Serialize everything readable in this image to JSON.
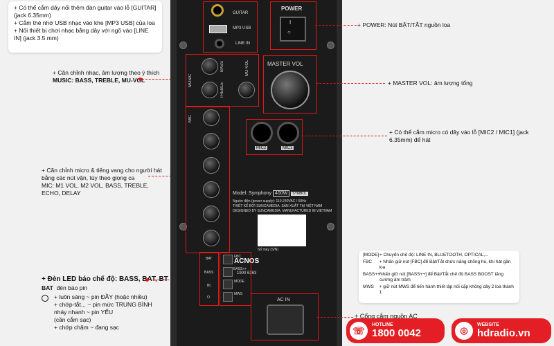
{
  "notes": {
    "top_left": [
      "+ Có thể cắm dây nối thêm đàn guitar vào lỗ [GUITAR] (jack 6.35mm)",
      "+ Cắm thẻ nhớ USB nhạc vào khe [MP3 USB] của loa",
      "+ Nối thiết bị chơi nhạc bằng dây với ngõ vào [LINE IN] (jack 3.5 mm)"
    ],
    "music": {
      "line1": "+ Căn chỉnh nhạc, âm lượng theo ý thích",
      "line2": "MUSIC: BASS, TREBLE, MU-VOL"
    },
    "mic": {
      "line1": "+ Căn chỉnh micro & tiếng vang cho người hát bằng các nút vặn, tùy theo giọng ca",
      "line2": "MIC: M1 VOL, M2 VOL, BASS, TREBLE, ECHO, DELAY"
    },
    "led": {
      "title": "+ Đèn LED báo chế độ: BASS, BAT, BT",
      "bat_label": "BAT",
      "bat_desc": "đèn báo pin",
      "items": [
        "+ luôn sáng ~ pin ĐẦY (hoặc nhiều)",
        "+ chớp-tắt... ~ pin mức TRUNG BÌNH",
        "nháy nhanh ~ pin YẾU",
        "(cần cắm sạc)",
        "+ chớp chậm ~ đang sạc"
      ]
    },
    "power": "+ POWER: Nút BẬT/TẮT nguồn loa",
    "master": "+ MASTER VOL: âm lượng tổng",
    "mic_jack": "+ Có thể cắm micro có dây vào lỗ [MIC2 / MIC1] (jack 6.35mm) để hát",
    "modes": {
      "mode_tag": "[MODE]",
      "mode_text": "+ Chuyển chế độ: LINE IN, BLUETOOTH, OPTICAL,...",
      "fbc_tag": "FBC",
      "fbc_text": "+ Nhấn giữ nút [FBC] để Bật/Tắt chức năng chống hú, khi hát gần loa",
      "bass_tag": "BASS++",
      "bass_text": "Nhấn giữ nút [BASS++] để Bật/Tắt chế độ BASS BOOST tăng cường âm trầm",
      "mws_tag": "MWS",
      "mws_text": "+ giữ nút MWS để tiến hành thiết lập nối cặp không dây 2 loa thành 1"
    },
    "ac": "+ Cổng cắm nguồn AC"
  },
  "panel": {
    "guitar": "GUITAR",
    "mp3usb": "MP3 USB",
    "linein": "LINE IN",
    "power": "POWER",
    "master_vol": "MASTER VOL",
    "music": "MUSIC",
    "mic": "MIC",
    "bass": "BASS",
    "treble": "TREBLE",
    "muvol": "MU-VOL",
    "mic2": "MIC2",
    "mic1": "MIC1",
    "model": "Model: Symphony",
    "watt": "400W",
    "symbol": "SYMBOL",
    "spec1": "Nguồn điện (power supply): 110-240VAC / 50Hz",
    "spec2": "THIẾT KẾ BỞI SUNCAMEDIA. SẢN XUẤT TẠI VIỆT NAM",
    "spec3": "DESIGNED BY SUNCAMEDIA. MANUFACTURED IN VIETNAM",
    "brand": "ACNOS",
    "hotline_small": "1900 6363",
    "led_bat": "BAT",
    "led_bass": "BASS",
    "led_bl": "BL",
    "fbc": "FBC",
    "bass_pp": "BASS++",
    "mode": "MODE",
    "mws": "MWS",
    "ac_in": "AC IN",
    "serial": "Số máy (S/N)"
  },
  "footer": {
    "hotline_label": "HOTLINE",
    "hotline_number": "1800 0042",
    "website_label": "WEBSITE",
    "website": "hdradio.vn"
  },
  "colors": {
    "accent": "#e01818",
    "brand": "#e31e24"
  }
}
